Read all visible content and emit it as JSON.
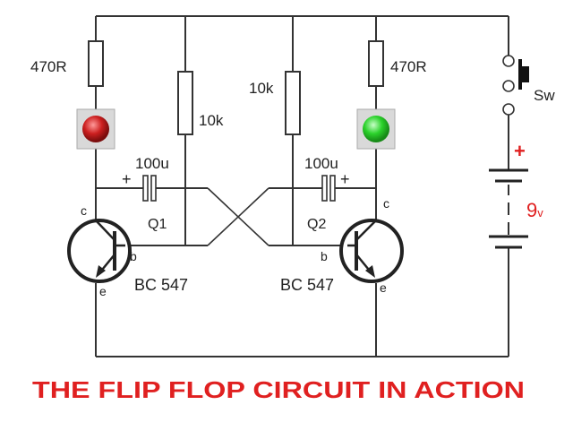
{
  "resistors": {
    "r1_label": "470R",
    "r2_label": "10k",
    "r3_label": "10k",
    "r4_label": "470R"
  },
  "capacitors": {
    "c1_label": "100u",
    "c2_label": "100u",
    "c1_polarity": "+",
    "c2_polarity": "+"
  },
  "transistors": {
    "q1_label": "Q1",
    "q2_label": "Q2",
    "q1_type": "BC 547",
    "q2_type": "BC 547",
    "collector": "c",
    "base": "b",
    "emitter": "e"
  },
  "switch": {
    "label": "Sw"
  },
  "battery": {
    "polarity": "+",
    "voltage": "9",
    "unit": "v"
  },
  "leds": {
    "left_color": "#cc1f1f",
    "right_color": "#2bd22b"
  },
  "caption": {
    "text": "THE FLIP FLOP CIRCUIT IN ACTION",
    "color": "#e02020"
  }
}
